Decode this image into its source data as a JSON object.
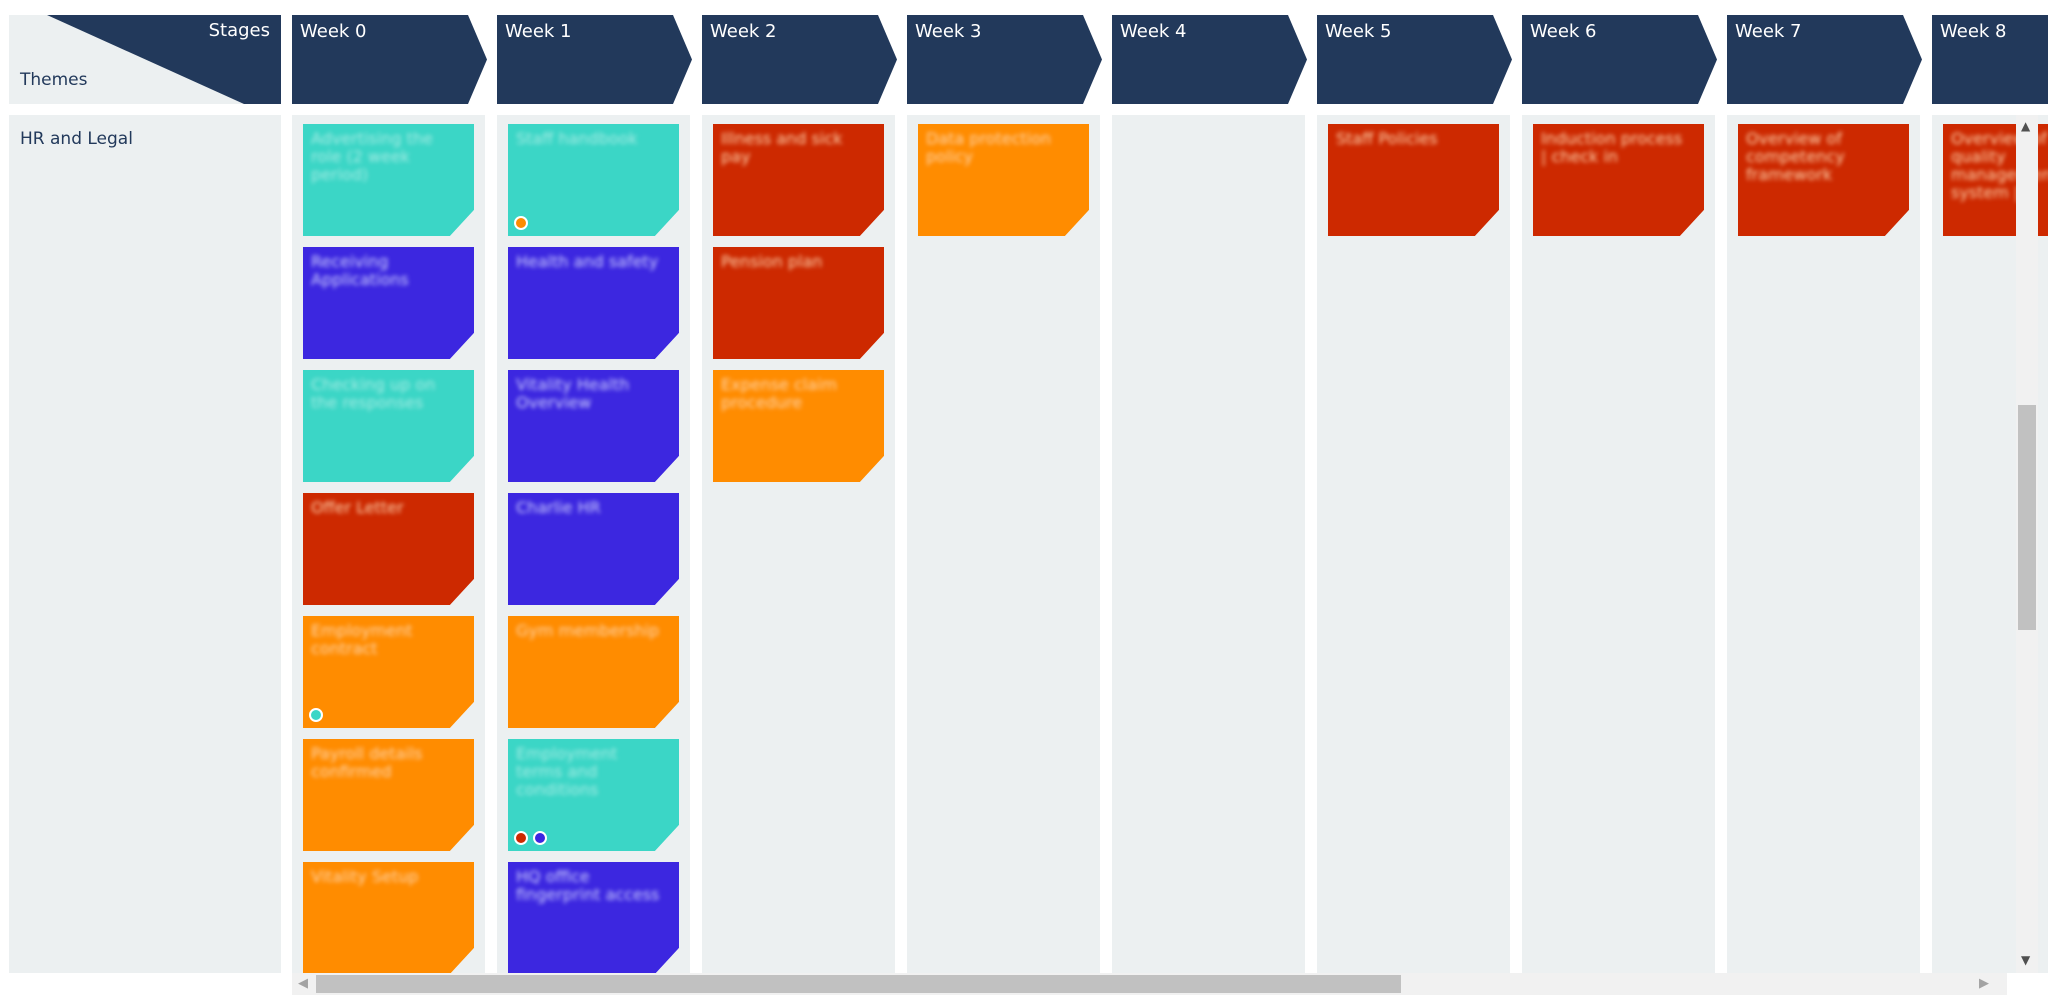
{
  "header": {
    "stages_label": "Stages",
    "themes_label": "Themes"
  },
  "stages": [
    "Week 0",
    "Week 1",
    "Week 2",
    "Week 3",
    "Week 4",
    "Week 5",
    "Week 6",
    "Week 7",
    "Week 8"
  ],
  "colors": {
    "navy": "#22395b",
    "panel": "#ecf0f1",
    "teal": "#3bd6c6",
    "blue": "#3c27e0",
    "red": "#cd2900",
    "orange": "#ff8c00"
  },
  "row": {
    "theme": "HR and Legal",
    "columns": [
      [
        {
          "text": "Advertising the role (2 week period)",
          "color": "teal"
        },
        {
          "text": "Receiving Applications",
          "color": "blue"
        },
        {
          "text": "Checking up on the responses",
          "color": "teal"
        },
        {
          "text": "Offer Letter",
          "color": "red"
        },
        {
          "text": "Employment contract",
          "color": "orange",
          "dots": [
            "teal"
          ]
        },
        {
          "text": "Payroll details confirmed",
          "color": "orange"
        },
        {
          "text": "Vitality Setup",
          "color": "orange"
        }
      ],
      [
        {
          "text": "Staff handbook",
          "color": "teal",
          "dots": [
            "orange"
          ]
        },
        {
          "text": "Health and safety",
          "color": "blue"
        },
        {
          "text": "Vitality Health Overview",
          "color": "blue"
        },
        {
          "text": "Charlie HR",
          "color": "blue"
        },
        {
          "text": "Gym membership",
          "color": "orange"
        },
        {
          "text": "Employment terms and conditions",
          "color": "teal",
          "dots": [
            "red",
            "blue"
          ]
        },
        {
          "text": "HQ office fingerprint access",
          "color": "blue"
        }
      ],
      [
        {
          "text": "Illness and sick pay",
          "color": "red"
        },
        {
          "text": "Pension plan",
          "color": "red"
        },
        {
          "text": "Expense claim procedure",
          "color": "orange"
        }
      ],
      [
        {
          "text": "Data protection policy",
          "color": "orange"
        }
      ],
      [],
      [
        {
          "text": "Staff Policies",
          "color": "red"
        }
      ],
      [
        {
          "text": "Induction process | check in",
          "color": "red"
        }
      ],
      [
        {
          "text": "Overview of competency framework",
          "color": "red"
        }
      ],
      [
        {
          "text": "Overview of quality management system |",
          "color": "red"
        }
      ]
    ]
  },
  "scroll": {
    "left_arrow": "◀",
    "right_arrow": "▶",
    "up_arrow": "▲",
    "down_arrow": "▼"
  }
}
